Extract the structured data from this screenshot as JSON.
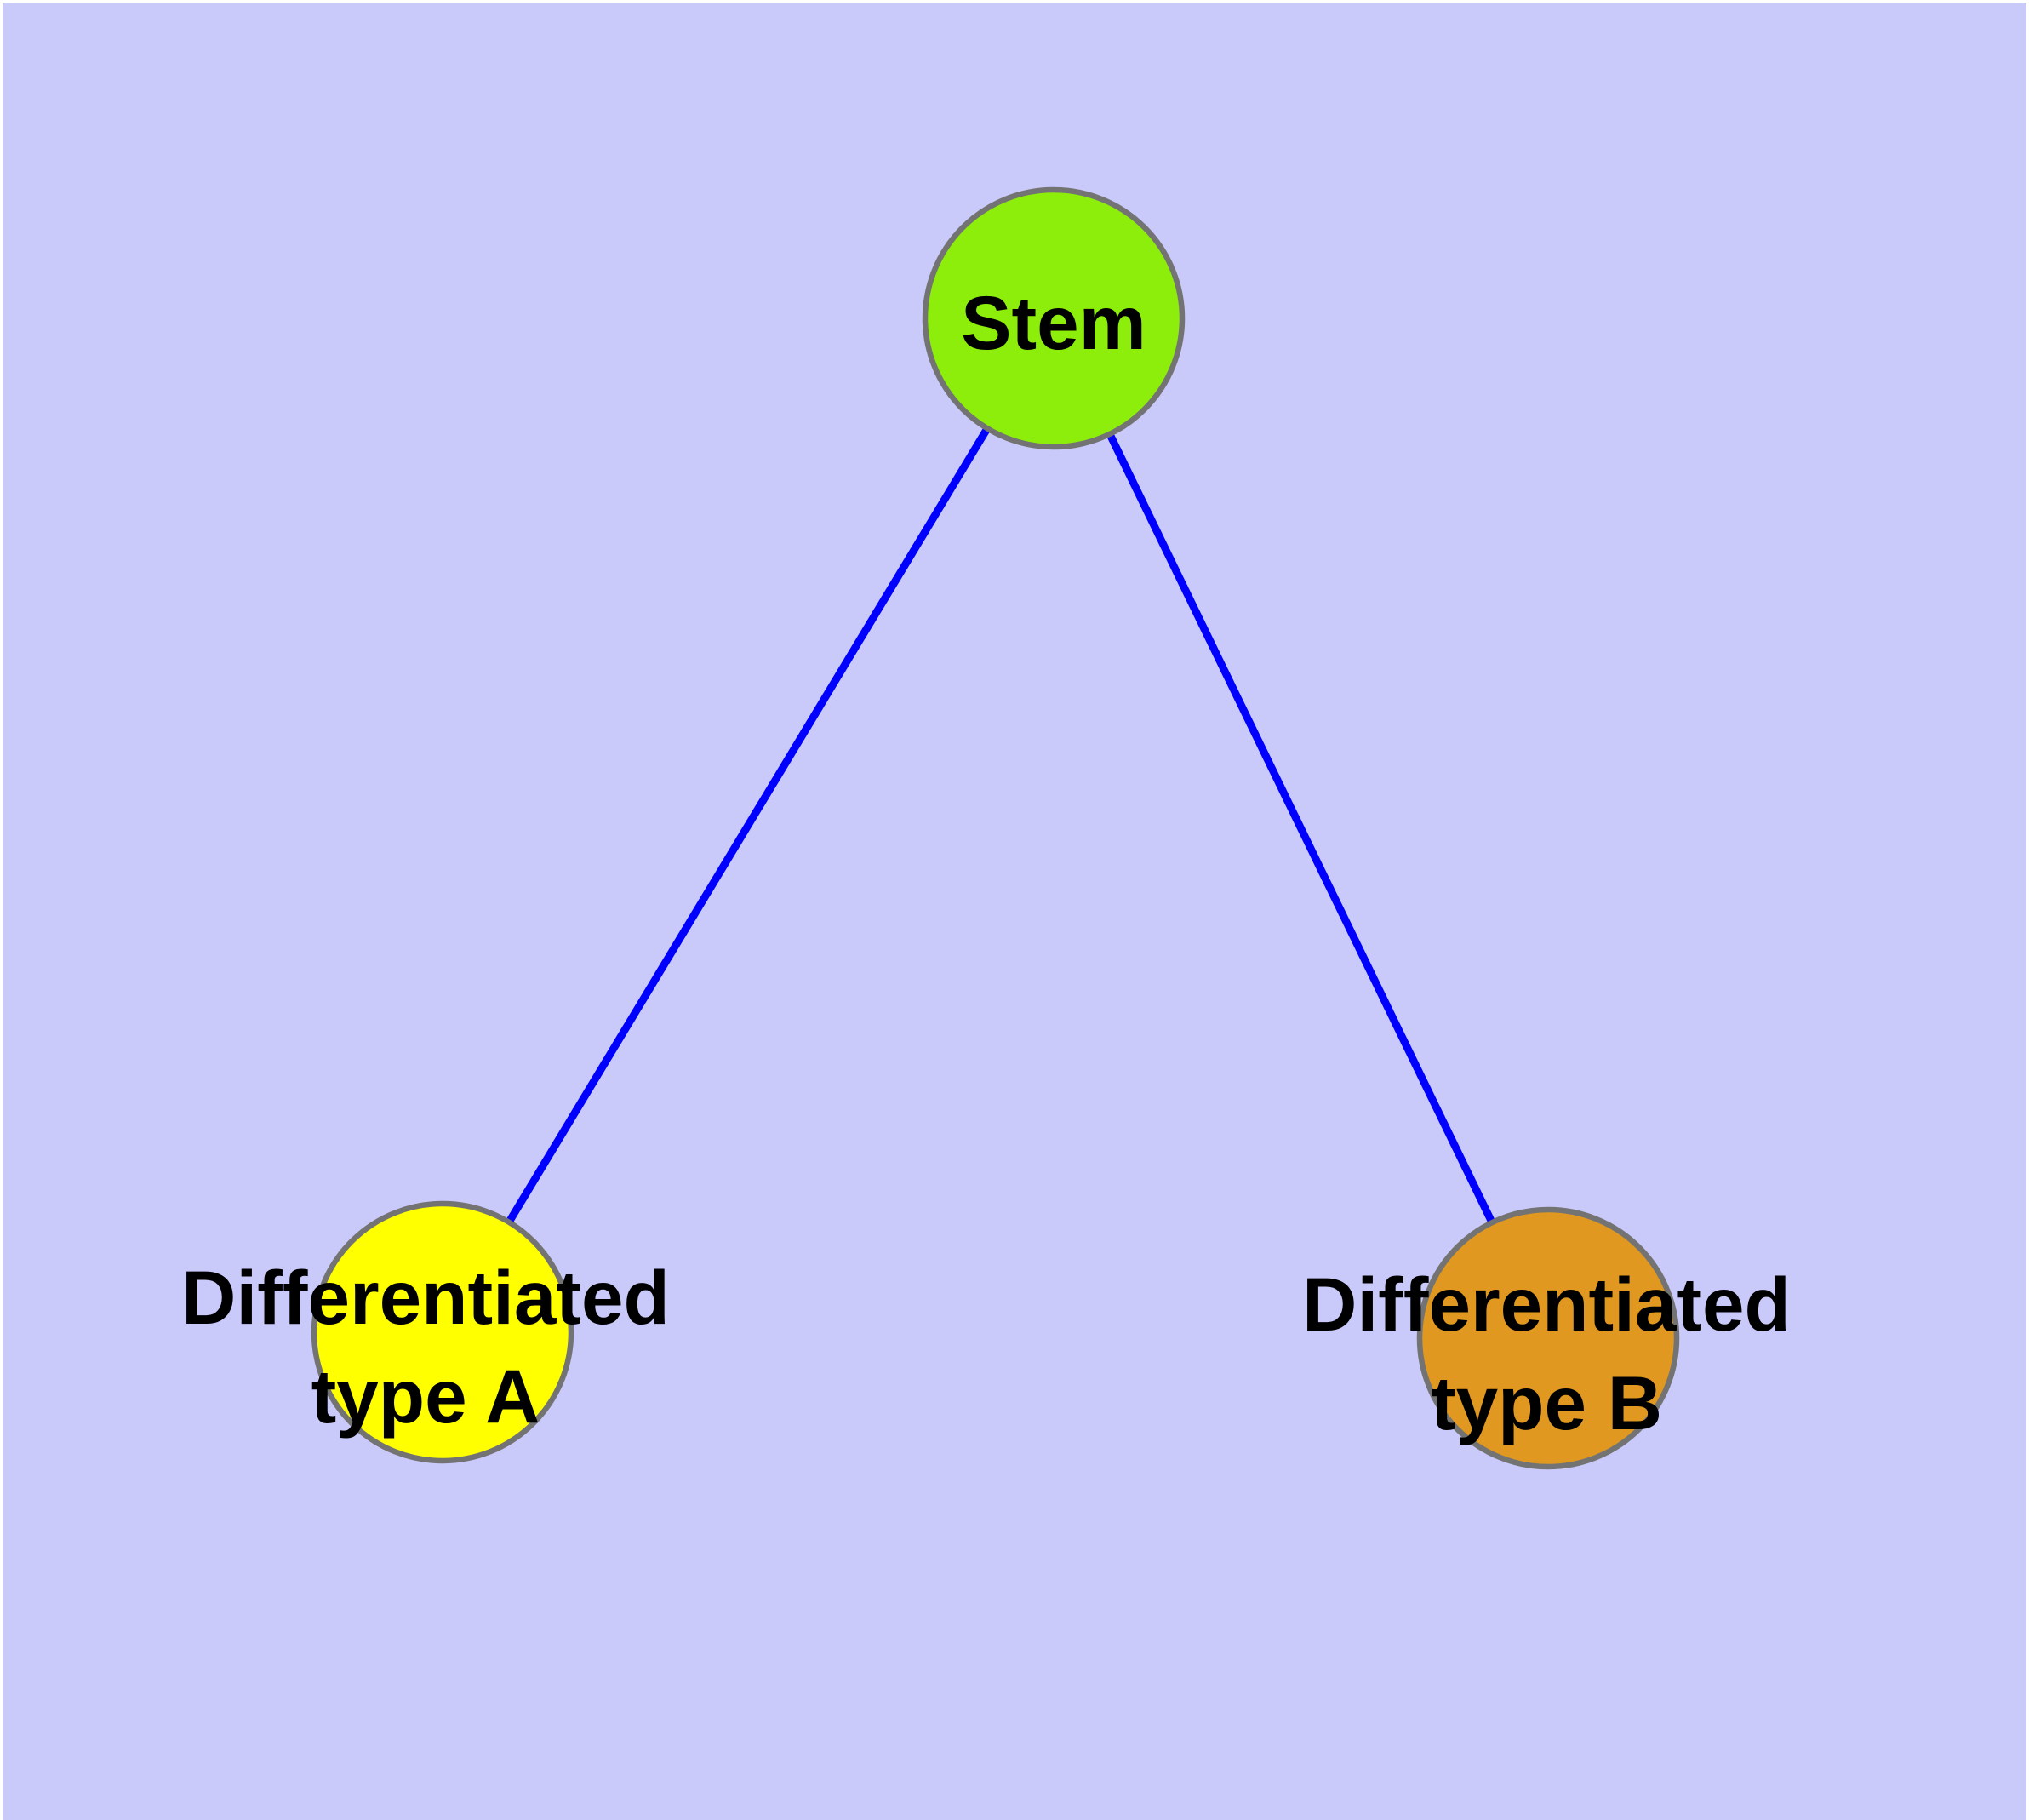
{
  "diagram": {
    "type": "node-link-graph",
    "background_color": "#CACAFA",
    "page_margin_color": "#FFFFFF",
    "edge_color": "#0000FF",
    "node_border_color": "#737373",
    "label_color": "#000000",
    "nodes": [
      {
        "id": "stem",
        "label": "Stem",
        "fill": "#8CEE0A"
      },
      {
        "id": "type-a",
        "label_line1": "Differentiated",
        "label_line2": "type A",
        "fill": "#FFFF00"
      },
      {
        "id": "type-b",
        "label_line1": "Differentiated",
        "label_line2": "type B",
        "fill": "#E09820"
      }
    ],
    "edges": [
      {
        "from": "Stem",
        "to": "Differentiated type A"
      },
      {
        "from": "Stem",
        "to": "Differentiated type B"
      }
    ]
  }
}
